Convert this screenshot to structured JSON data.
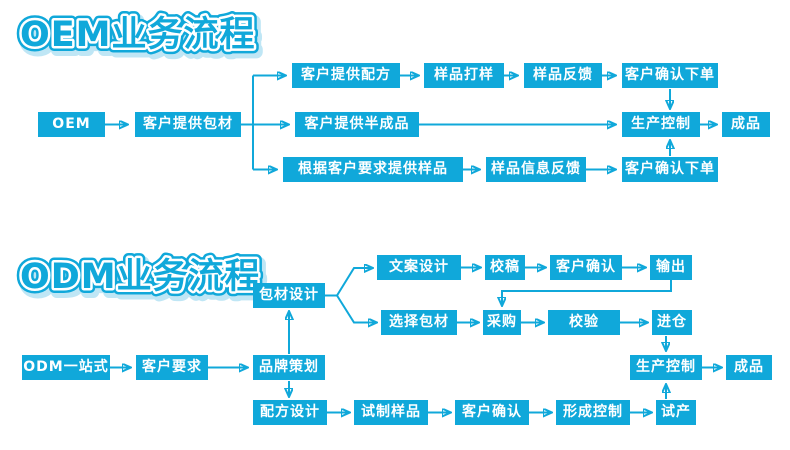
{
  "colors": {
    "accent": "#10a8da",
    "box_fill": "#10a8da",
    "box_text": "#ffffff",
    "title_fill": "#10a8da",
    "title_outline_inner": "#ffffff",
    "title_outline_outer": "#10a8da",
    "title_shadow": "#bfe6f5",
    "background": "#ffffff"
  },
  "oem": {
    "title": "OEM业务流程",
    "nodes": {
      "start": "OEM",
      "provide_packaging": "客户提供包材",
      "provide_formula": "客户提供配方",
      "sample_making": "样品打样",
      "sample_feedback": "样品反馈",
      "confirm_order_top": "客户确认下单",
      "provide_semi_finished": "客户提供半成品",
      "production_control": "生产控制",
      "finished_product": "成品",
      "sample_by_request": "根据客户要求提供样品",
      "sample_info_feedback": "样品信息反馈",
      "confirm_order_bottom": "客户确认下单"
    }
  },
  "odm": {
    "title": "ODM业务流程",
    "nodes": {
      "start": "ODM一站式",
      "customer_request": "客户要求",
      "brand_planning": "品牌策划",
      "packaging_design": "包材设计",
      "copywriting_design": "文案设计",
      "proofreading": "校稿",
      "customer_confirm_top": "客户确认",
      "output": "输出",
      "select_packaging": "选择包材",
      "purchase": "采购",
      "verification": "校验",
      "warehousing": "进仓",
      "production_control": "生产控制",
      "finished_product": "成品",
      "formula_design": "配方设计",
      "trial_sample": "试制样品",
      "customer_confirm_bottom": "客户确认",
      "forming_control": "形成控制",
      "trial_production": "试产"
    }
  }
}
